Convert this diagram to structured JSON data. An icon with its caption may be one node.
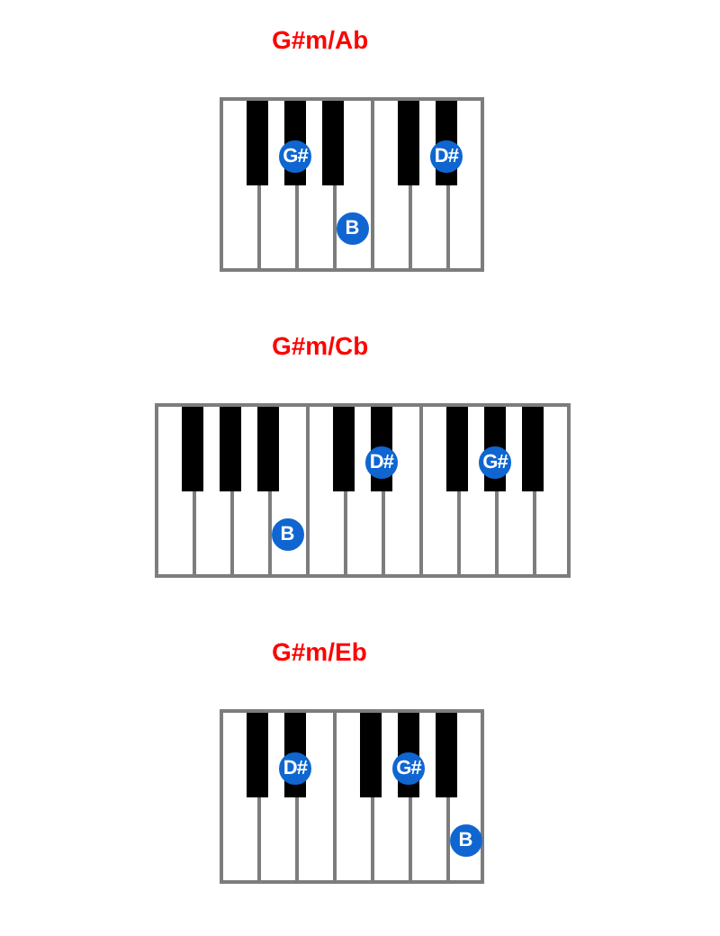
{
  "diagram": {
    "nodes": [
      {
        "text": [
          "G#m/Ab"
        ]
      },
      {
        "text": [
          "G#"
        ],
        "in": 0
      },
      {
        "text": [
          "D#"
        ],
        "in": 0
      },
      {
        "text": [
          "B"
        ],
        "in": 0
      },
      {
        "text": [
          "G#m/Cb"
        ]
      },
      {
        "text": [
          "D#"
        ],
        "in": 4
      },
      {
        "text": [
          "G#"
        ],
        "in": 4
      },
      {
        "text": [
          "B"
        ],
        "in": 4
      },
      {
        "text": [
          "G#m/Eb"
        ]
      },
      {
        "text": [
          "D#"
        ],
        "in": 8
      },
      {
        "text": [
          "G#"
        ],
        "in": 8
      },
      {
        "text": [
          "B"
        ],
        "in": 8
      }
    ]
  }
}
